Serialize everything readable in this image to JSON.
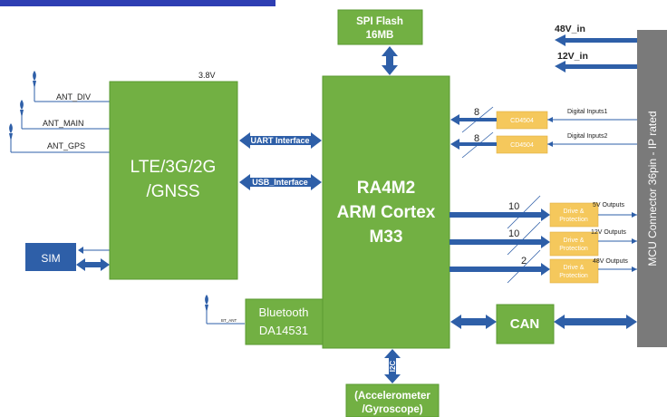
{
  "blocks": {
    "spi_flash": [
      "SPI Flash",
      "16MB"
    ],
    "lte": [
      "LTE/3G/2G",
      "/GNSS"
    ],
    "mcu": [
      "RA4M2",
      "ARM Cortex",
      "M33"
    ],
    "bluetooth": [
      "Bluetooth",
      "DA14531"
    ],
    "sensor": [
      "(Accelerometer",
      "/Gyroscope)"
    ],
    "sim": "SIM",
    "can": "CAN",
    "connector": "MCU Connector 36pin - IP rated",
    "cd_top": "CD4504",
    "cd_bottom": "CD4504",
    "drive_label": [
      "Drive &",
      "Protection"
    ]
  },
  "labels": {
    "lte_voltage": "3.8V",
    "ant_div": "ANT_DIV",
    "ant_main": "ANT_MAIN",
    "ant_gps": "ANT_GPS",
    "bt_ant": "BT_ANT",
    "uart": "UART Interface",
    "usb": "USB_Interface",
    "i2c": "I2C",
    "power_48v": "48V_in",
    "power_12v": "12V_in"
  },
  "inputs": [
    {
      "label": "Digital Inputs1",
      "count": "8"
    },
    {
      "label": "Digital Inputs2",
      "count": "8"
    }
  ],
  "outputs": [
    {
      "label": "5V Outputs",
      "count": "10"
    },
    {
      "label": "12V Outputs",
      "count": "10"
    },
    {
      "label": "48V Outputs",
      "count": "2"
    }
  ],
  "colors": {
    "green": "#72b043",
    "blue": "#2e5fa8",
    "yellow": "#f5c85c",
    "gray": "#7a7a7a"
  }
}
